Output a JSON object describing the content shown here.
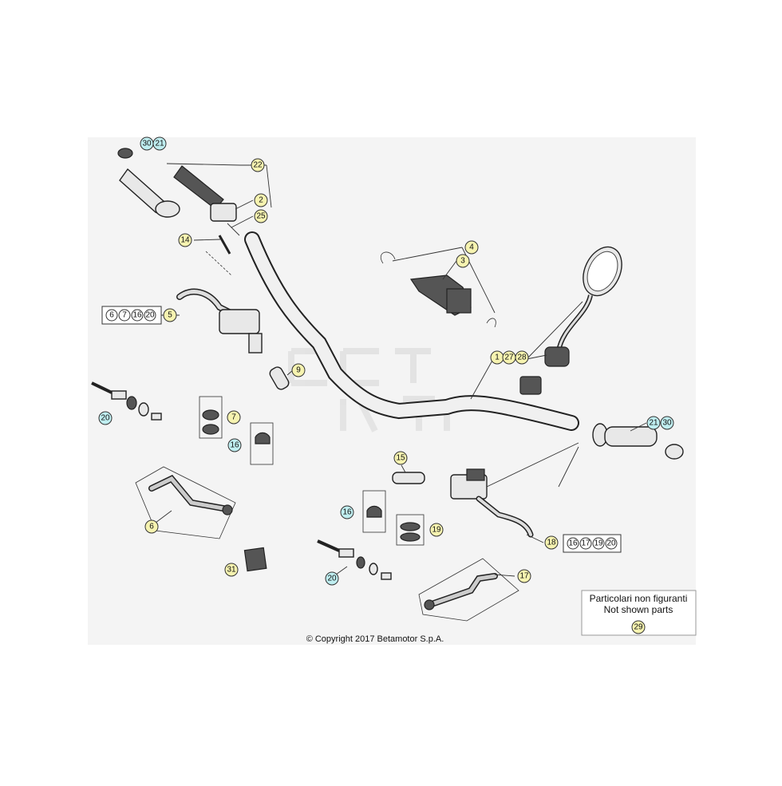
{
  "diagram": {
    "background": "#f4f4f4",
    "callout_colors": {
      "yellow": "#f6f3b0",
      "cyan": "#bfeef0"
    },
    "callouts": [
      {
        "id": "c30a",
        "text": "30",
        "color": "cyan"
      },
      {
        "id": "c21a",
        "text": "21",
        "color": "cyan"
      },
      {
        "id": "c22",
        "text": "22",
        "color": "yellow"
      },
      {
        "id": "c2",
        "text": "2",
        "color": "yellow"
      },
      {
        "id": "c25",
        "text": "25",
        "color": "yellow"
      },
      {
        "id": "c14",
        "text": "14",
        "color": "yellow"
      },
      {
        "id": "c4",
        "text": "4",
        "color": "yellow"
      },
      {
        "id": "c3",
        "text": "3",
        "color": "yellow"
      },
      {
        "id": "c5",
        "text": "5",
        "color": "yellow"
      },
      {
        "id": "c9",
        "text": "9",
        "color": "yellow"
      },
      {
        "id": "c1",
        "text": "1",
        "color": "yellow"
      },
      {
        "id": "c27",
        "text": "27",
        "color": "yellow"
      },
      {
        "id": "c28",
        "text": "28",
        "color": "yellow"
      },
      {
        "id": "c20a",
        "text": "20",
        "color": "cyan"
      },
      {
        "id": "c7",
        "text": "7",
        "color": "yellow"
      },
      {
        "id": "c16a",
        "text": "16",
        "color": "cyan"
      },
      {
        "id": "c21b",
        "text": "21",
        "color": "cyan"
      },
      {
        "id": "c30b",
        "text": "30",
        "color": "cyan"
      },
      {
        "id": "c15",
        "text": "15",
        "color": "yellow"
      },
      {
        "id": "c6",
        "text": "6",
        "color": "yellow"
      },
      {
        "id": "c16b",
        "text": "16",
        "color": "cyan"
      },
      {
        "id": "c19",
        "text": "19",
        "color": "yellow"
      },
      {
        "id": "c18",
        "text": "18",
        "color": "yellow"
      },
      {
        "id": "c31",
        "text": "31",
        "color": "yellow"
      },
      {
        "id": "c20b",
        "text": "20",
        "color": "cyan"
      },
      {
        "id": "c17",
        "text": "17",
        "color": "yellow"
      },
      {
        "id": "c29",
        "text": "29",
        "color": "yellow"
      }
    ],
    "kit_left": [
      "6",
      "7",
      "16",
      "20"
    ],
    "kit_right": [
      "16",
      "17",
      "19",
      "20"
    ],
    "not_shown": {
      "line1": "Particolari non figuranti",
      "line2": "Not shown parts"
    },
    "copyright": "© Copyright 2017 Betamotor S.p.A."
  }
}
